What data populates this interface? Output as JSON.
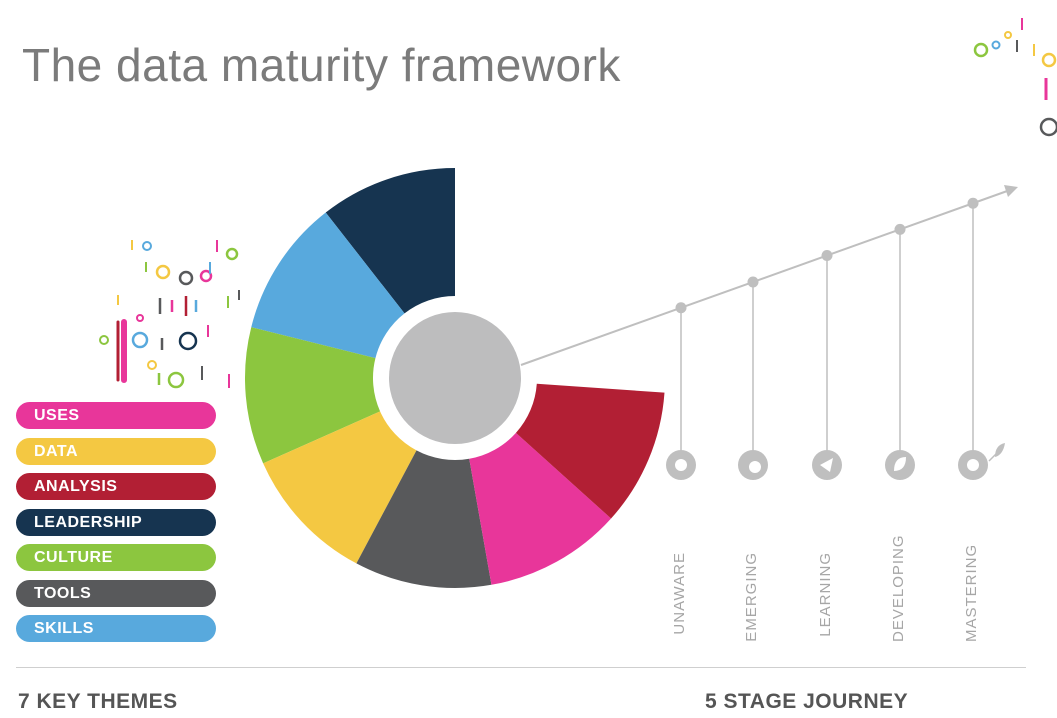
{
  "title": "The data maturity framework",
  "themes": [
    {
      "label": "USES",
      "color": "#e8369a"
    },
    {
      "label": "DATA",
      "color": "#f4c842"
    },
    {
      "label": "ANALYSIS",
      "color": "#b21f34"
    },
    {
      "label": "LEADERSHIP",
      "color": "#163450"
    },
    {
      "label": "CULTURE",
      "color": "#8cc63f"
    },
    {
      "label": "TOOLS",
      "color": "#58595b"
    },
    {
      "label": "SKILLS",
      "color": "#58a9dd"
    }
  ],
  "stages": [
    "UNAWARE",
    "EMERGING",
    "LEARNING",
    "DEVELOPING",
    "MASTERING"
  ],
  "footer": {
    "left": "7 KEY THEMES",
    "right": "5 STAGE JOURNEY"
  },
  "colors": {
    "title": "#7b7b7b",
    "hub": "#bdbdbe",
    "journey": "#bfbfbf"
  }
}
